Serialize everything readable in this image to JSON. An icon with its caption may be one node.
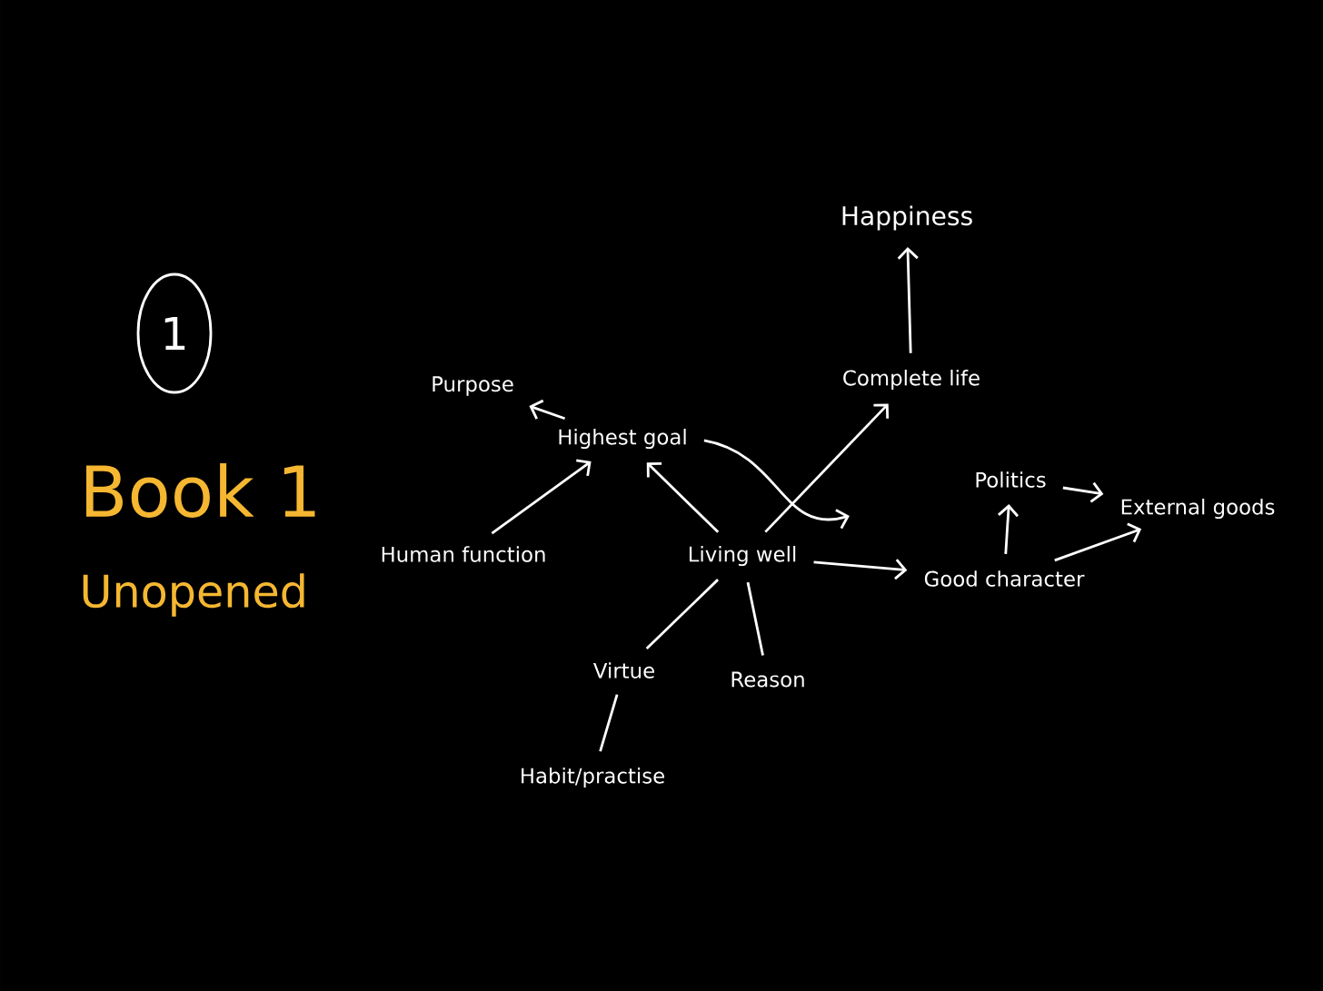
{
  "diagram": {
    "title": "Book 1",
    "nodes": [
      {
        "text": [
          "1"
        ]
      },
      {
        "text": [
          "Happiness"
        ]
      },
      {
        "text": [
          "Complete life"
        ]
      },
      {
        "text": [
          "Purpose"
        ]
      },
      {
        "text": [
          "Highest goal"
        ]
      },
      {
        "text": [
          "Politics"
        ]
      },
      {
        "text": [
          "External goods"
        ]
      },
      {
        "text": [
          "Human function"
        ]
      },
      {
        "text": [
          "Living well"
        ]
      },
      {
        "text": [
          "Good character"
        ]
      },
      {
        "text": [
          "Virtue"
        ]
      },
      {
        "text": [
          "Reason"
        ]
      },
      {
        "text": [
          "Habit/practise"
        ]
      }
    ],
    "edges": [
      {
        "from": 2,
        "to": 1,
        "arrow": "to"
      },
      {
        "from": 4,
        "to": 3,
        "arrow": "to"
      },
      {
        "from": 7,
        "to": 4,
        "arrow": "to"
      },
      {
        "from": 8,
        "to": 4,
        "arrow": "to"
      },
      {
        "from": 8,
        "to": 2,
        "arrow": "to"
      },
      {
        "from": 4,
        "to": null,
        "arrow": "to"
      },
      {
        "from": 8,
        "to": 9,
        "arrow": "to"
      },
      {
        "from": 9,
        "to": 5,
        "arrow": "to"
      },
      {
        "from": 5,
        "to": 6,
        "arrow": "to"
      },
      {
        "from": 9,
        "to": 6,
        "arrow": "to"
      },
      {
        "from": 8,
        "to": 10,
        "arrow": "none"
      },
      {
        "from": 8,
        "to": 11,
        "arrow": "none"
      },
      {
        "from": 10,
        "to": 12,
        "arrow": "none"
      }
    ],
    "labels": [
      "Unopened"
    ]
  }
}
